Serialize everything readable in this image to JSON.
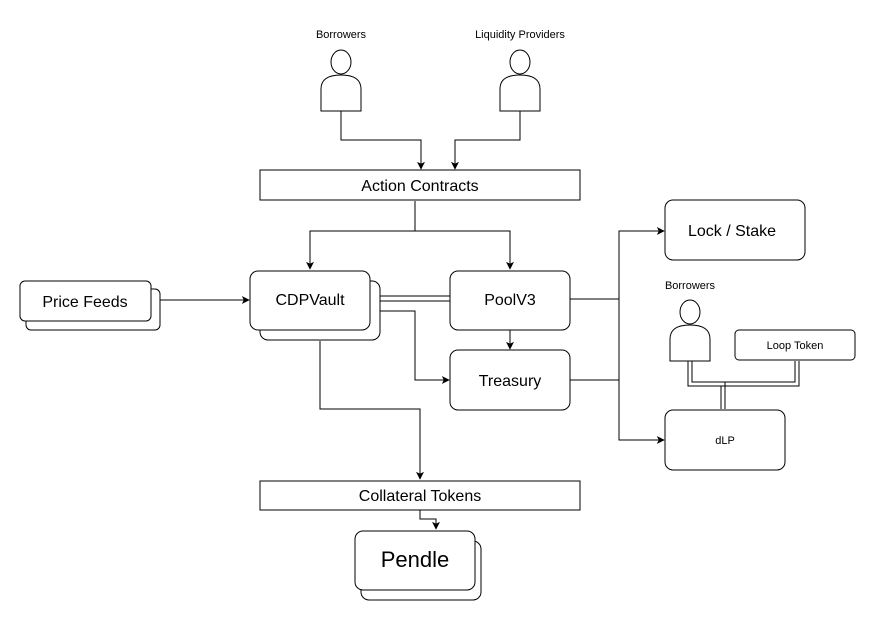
{
  "actors": {
    "borrowers_top": "Borrowers",
    "liquidity_providers": "Liquidity Providers",
    "borrowers_right": "Borrowers"
  },
  "nodes": {
    "action_contracts": "Action Contracts",
    "price_feeds": "Price Feeds",
    "cdp_vault": "CDPVault",
    "pool_v3": "PoolV3",
    "treasury": "Treasury",
    "lock_stake": "Lock / Stake",
    "loop_token": "Loop Token",
    "dlp": "dLP",
    "collateral_tokens": "Collateral Tokens",
    "pendle": "Pendle"
  }
}
